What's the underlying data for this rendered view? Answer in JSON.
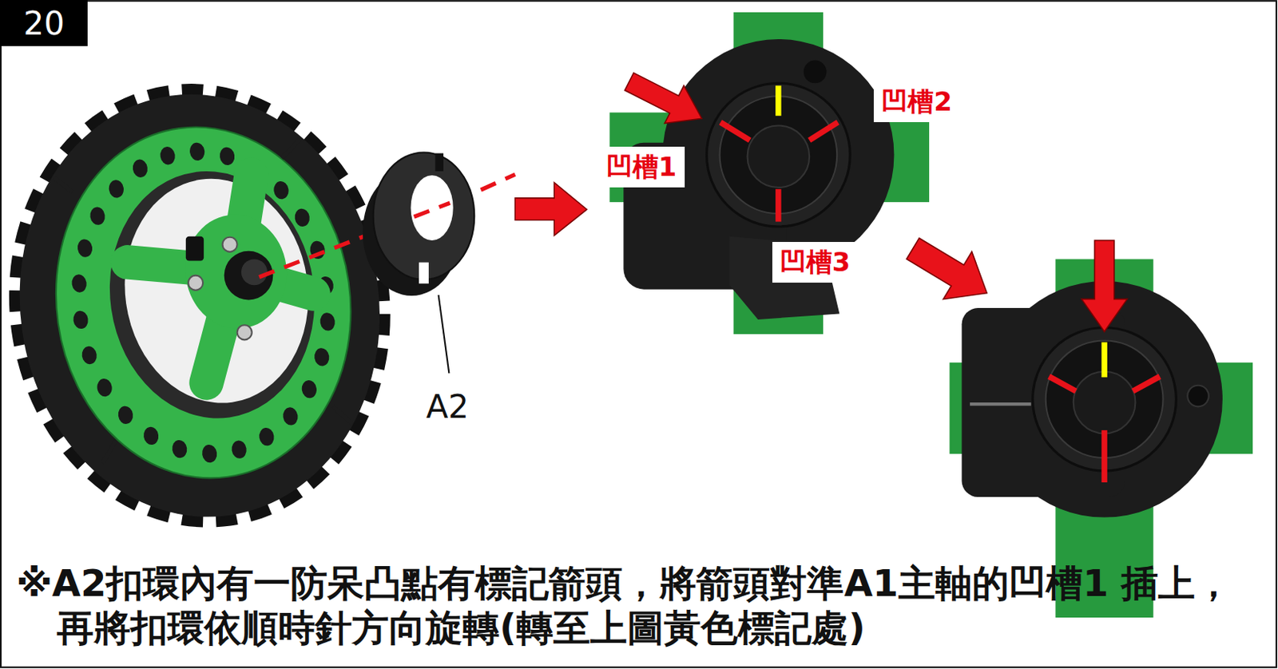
{
  "diagram": {
    "nodes": [
      {
        "text": [
          "20"
        ]
      },
      {
        "text": [
          "凹槽1"
        ]
      },
      {
        "text": [
          "凹槽2"
        ]
      },
      {
        "text": [
          "凹槽3"
        ]
      }
    ],
    "labels": [
      "A2",
      "※A2扣環內有一防呆凸點有標記箭頭，將箭頭對準A1主軸的凹槽1 插上，再將扣環依順時針方向旋轉(轉至上圖黃色標記處)"
    ]
  }
}
